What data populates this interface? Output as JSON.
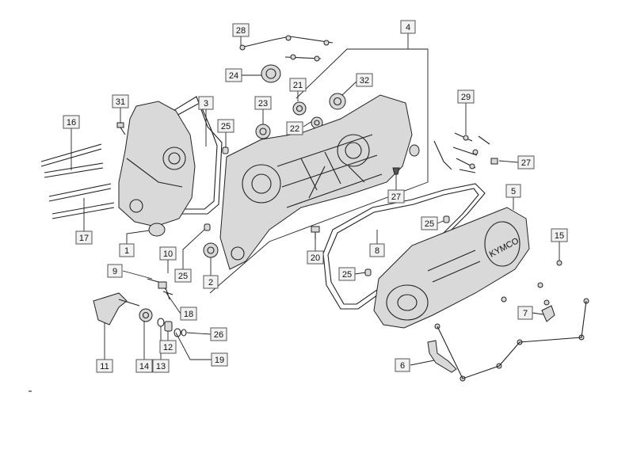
{
  "brand_mark": "KYMCO",
  "callouts": [
    {
      "id": "28",
      "label": "28"
    },
    {
      "id": "4",
      "label": "4"
    },
    {
      "id": "24",
      "label": "24"
    },
    {
      "id": "21",
      "label": "21"
    },
    {
      "id": "32",
      "label": "32"
    },
    {
      "id": "31",
      "label": "31"
    },
    {
      "id": "3",
      "label": "3"
    },
    {
      "id": "23",
      "label": "23"
    },
    {
      "id": "25a",
      "label": "25"
    },
    {
      "id": "22",
      "label": "22"
    },
    {
      "id": "16",
      "label": "16"
    },
    {
      "id": "29",
      "label": "29"
    },
    {
      "id": "27a",
      "label": "27"
    },
    {
      "id": "27b",
      "label": "27"
    },
    {
      "id": "5",
      "label": "5"
    },
    {
      "id": "25b",
      "label": "25"
    },
    {
      "id": "17",
      "label": "17"
    },
    {
      "id": "15",
      "label": "15"
    },
    {
      "id": "1",
      "label": "1"
    },
    {
      "id": "10",
      "label": "10"
    },
    {
      "id": "20",
      "label": "20"
    },
    {
      "id": "8",
      "label": "8"
    },
    {
      "id": "25c",
      "label": "25"
    },
    {
      "id": "25d",
      "label": "25"
    },
    {
      "id": "2",
      "label": "2"
    },
    {
      "id": "9",
      "label": "9"
    },
    {
      "id": "18",
      "label": "18"
    },
    {
      "id": "7",
      "label": "7"
    },
    {
      "id": "26",
      "label": "26"
    },
    {
      "id": "12",
      "label": "12"
    },
    {
      "id": "19",
      "label": "19"
    },
    {
      "id": "11",
      "label": "11"
    },
    {
      "id": "14",
      "label": "14"
    },
    {
      "id": "13",
      "label": "13"
    },
    {
      "id": "6",
      "label": "6"
    }
  ]
}
